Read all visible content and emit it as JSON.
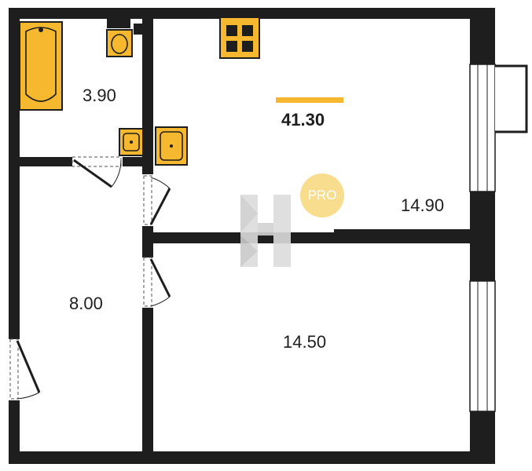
{
  "rooms": {
    "bathroom_area": "3.90",
    "kitchen_area": "14.90",
    "hall_area": "8.00",
    "bedroom_area": "14.50"
  },
  "total": {
    "area": "41.30"
  },
  "badge": {
    "text": "PRO"
  },
  "colors": {
    "accent": "#f5b82e",
    "badge": "#f9dd8f",
    "wall": "#1e1e1e",
    "watermark": "#d9d9d9"
  }
}
